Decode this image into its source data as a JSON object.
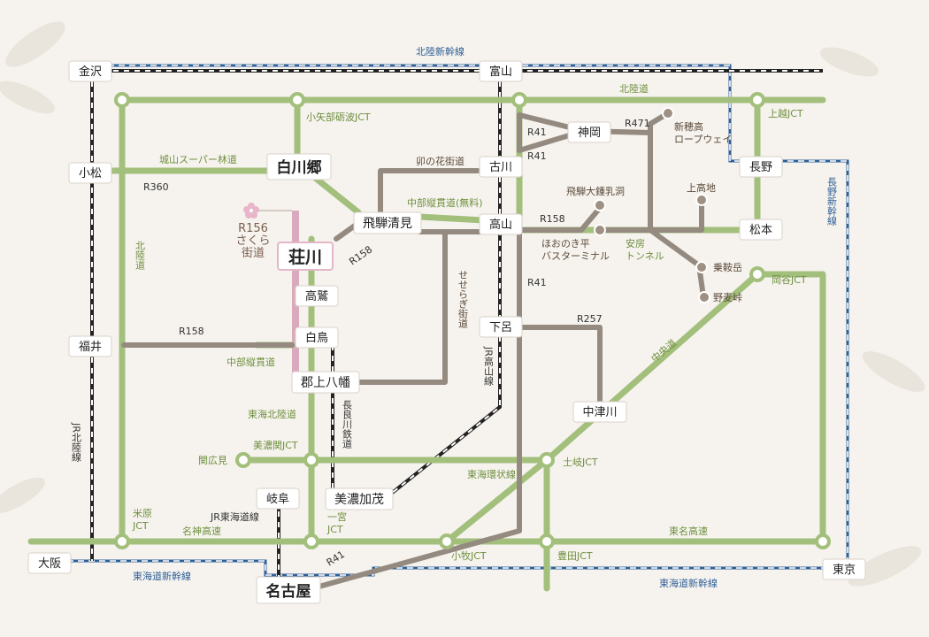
{
  "cities": {
    "kanazawa": "金沢",
    "toyama": "富山",
    "komatsu": "小松",
    "shirakawago": "白川郷",
    "furukawa": "古川",
    "nagano": "長野",
    "hida_kiyomi": "飛騨清見",
    "takayama": "高山",
    "matsumoto": "松本",
    "shokawa": "荘川",
    "takasu": "高鷲",
    "fukui": "福井",
    "shirotori": "白鳥",
    "gero": "下呂",
    "gujo_hachiman": "郡上八幡",
    "nakatsugawa": "中津川",
    "gifu": "岐阜",
    "mino_kamo": "美濃加茂",
    "osaka": "大阪",
    "nagoya": "名古屋",
    "tokyo": "東京",
    "kamioka": "神岡"
  },
  "places": {
    "shinhotaka": "新穂高\nロープウェイ",
    "hida_cave": "飛騨大鍾乳洞",
    "kamikochi": "上高地",
    "honoki": "ほおのき平\nバスターミナル",
    "abo_tunnel": "安房\nトンネル",
    "norikura": "乗鞍岳",
    "nomugi": "野麦峠",
    "sekigahara": "関広見"
  },
  "roads": {
    "hokuriku_shinkansen": "北陸新幹線",
    "hokurikudo_top": "北陸道",
    "koyabe_jct": "小矢部砺波JCT",
    "joetsu_jct": "上越JCT",
    "shiroyama": "城山スーパー林道",
    "r360": "R360",
    "unohana": "卯の花街道",
    "r41_a": "R41",
    "r41_b": "R41",
    "r41_c": "R41",
    "r41_d": "R41",
    "r471": "R471",
    "chubu_jukan_free": "中部縦貫道(無料)",
    "r158_a": "R158",
    "r158_b": "R158",
    "r158_c": "R158",
    "r156": "R156\nさくら\n街道",
    "hokurikudo_left": "北陸道",
    "nagano_shinkansen": "長野新幹線",
    "okaya_jct": "岡谷JCT",
    "seseragi": "せせらぎ街道",
    "r257": "R257",
    "chubu_jukan": "中部縦貫道",
    "jr_takayama": "JR高山線",
    "chuodo": "中央道",
    "tokai_hokuriku": "東海北陸道",
    "nagara_railway": "長良川鉄道",
    "mino_seki_jct": "美濃関JCT",
    "toki_jct": "土岐JCT",
    "tokai_kanjo": "東海環状線",
    "jr_hokuriku": "JR北陸線",
    "maibara_jct": "米原\nJCT",
    "jr_tokaido": "JR東海道線",
    "meishin": "名神高速",
    "ichinomiya_jct": "一宮\nJCT",
    "tomei": "東名高速",
    "komaki_jct": "小牧JCT",
    "toyota_jct": "豊田JCT",
    "tokaido_shinkansen_left": "東海道新幹線",
    "tokaido_shinkansen_right": "東海道新幹線"
  },
  "colors": {
    "expressway": "#a3bf7c",
    "national_road": "#948a80",
    "jr_line": "#222222",
    "shinkansen": "#2e5f96",
    "sakura_road": "#d9a9bd",
    "background": "#f6f3ee"
  },
  "icons": {
    "sakura": "sakura-icon"
  }
}
